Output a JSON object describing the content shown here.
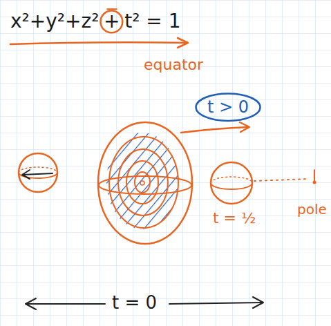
{
  "diagram": {
    "nodes": [
      {
        "text": [
          "+"
        ]
      },
      {
        "text": [
          "t > 0"
        ]
      }
    ],
    "labels": [
      "x²+y²+z²",
      "t² = 1",
      "−",
      "equator",
      "t = ½",
      "pole",
      "t = 0"
    ]
  }
}
